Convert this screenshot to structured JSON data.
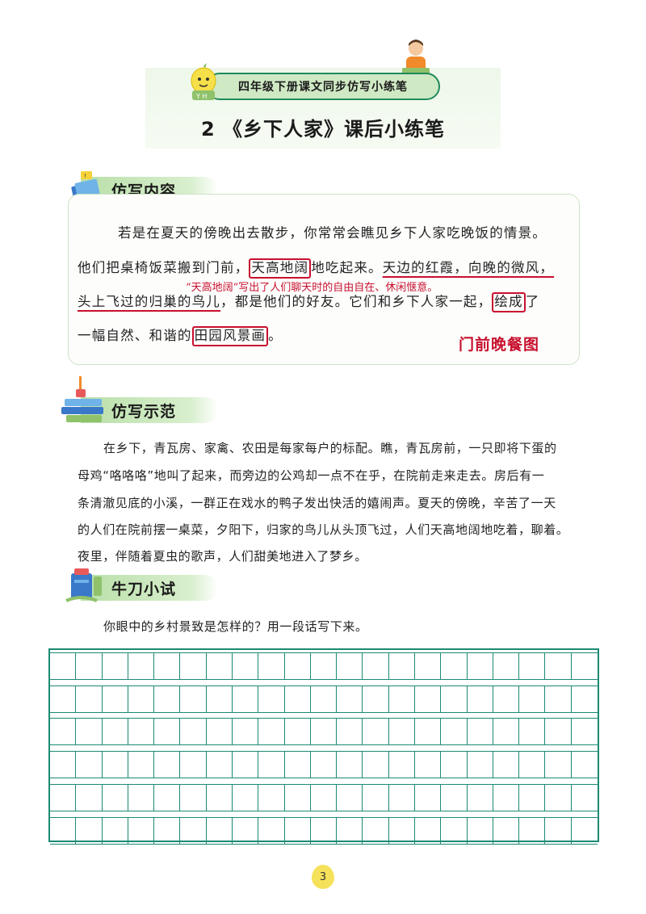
{
  "header": {
    "banner": "四年级下册课文同步仿写小练笔",
    "title": "2 《乡下人家》课后小练笔"
  },
  "section1": {
    "heading": "仿写内容",
    "lines": {
      "l1": "若是在夏天的傍晚出去散步，你常常会瞧见乡下人家吃晚饭的情景。",
      "l2a": "他们把桌椅饭菜搬到门前，",
      "l2box": "天高地阔",
      "l2b": "地吃起来。",
      "l2u": "天边的红霞，向晚的微风，",
      "l3u": "头上飞过的归巢的鸟儿",
      "l3a": "，都是他们的好友。它们和乡下人家一起，",
      "l3box": "绘成",
      "l3b": "了",
      "l4a": "一幅自然、和谐的",
      "l4box": "田园风景画",
      "l4b": "。"
    },
    "note": "“天高地阔”写出了人们聊天时的自由自在、休闲惬意。",
    "red_title": "门前晚餐图"
  },
  "section2": {
    "heading": "仿写示范",
    "lines": [
      "在乡下，青瓦房、家禽、农田是每家每户的标配。瞧，青瓦房前，一只即将下蛋的",
      "母鸡“咯咯咯”地叫了起来，而旁边的公鸡却一点不在乎，在院前走来走去。房后有一",
      "条清澈见底的小溪，一群正在戏水的鸭子发出快活的嬉闹声。夏天的傍晚，辛苦了一天",
      "的人们在院前摆一桌菜，夕阳下，归家的鸟儿从头顶飞过，人们天高地阔地吃着，聊着。",
      "夜里，伴随着夏虫的歌声，人们甜美地进入了梦乡。"
    ]
  },
  "section3": {
    "heading": "牛刀小试",
    "prompt": "你眼中的乡村景致是怎样的？用一段话写下来。"
  },
  "grid": {
    "rows": 6,
    "cols": 21
  },
  "page_number": "3",
  "colors": {
    "accent_green": "#1b8a74",
    "red": "#c8102e",
    "pill": "#cfe9c4"
  }
}
